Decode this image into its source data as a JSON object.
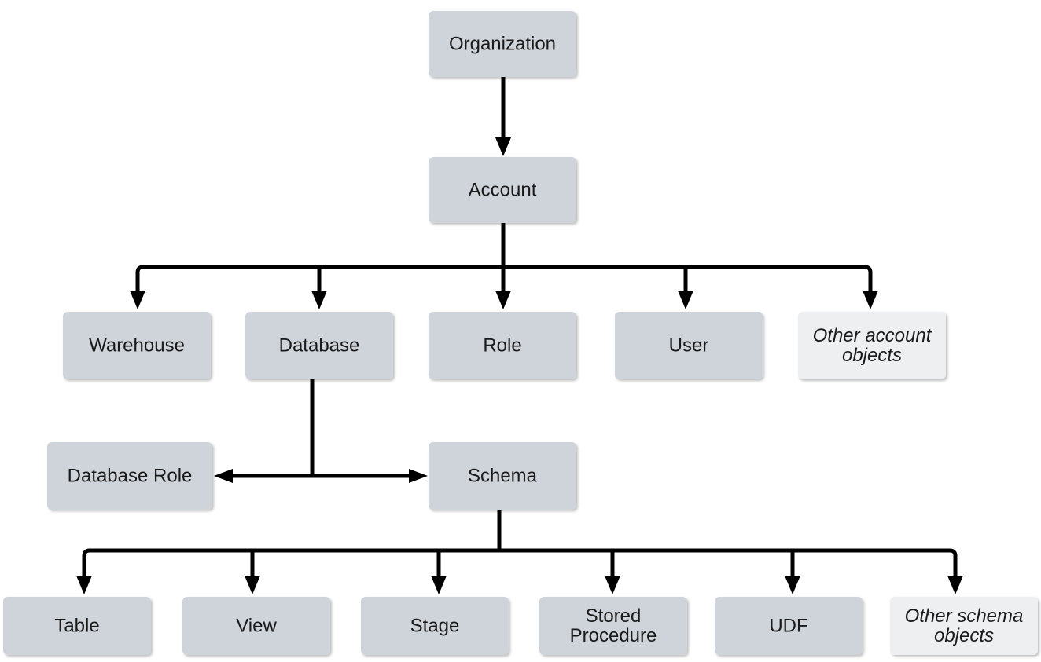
{
  "colors": {
    "box_fill": "#cfd3da",
    "box_fill_other": "#eeeff1",
    "connector": "#000000",
    "text": "#1a1a1a"
  },
  "nodes": {
    "organization": [
      "Organization"
    ],
    "account": [
      "Account"
    ],
    "warehouse": [
      "Warehouse"
    ],
    "database": [
      "Database"
    ],
    "role": [
      "Role"
    ],
    "user": [
      "User"
    ],
    "other_account_objects": [
      "Other account",
      "objects"
    ],
    "database_role": [
      "Database Role"
    ],
    "schema": [
      "Schema"
    ],
    "table": [
      "Table"
    ],
    "view": [
      "View"
    ],
    "stage": [
      "Stage"
    ],
    "stored_procedure": [
      "Stored",
      "Procedure"
    ],
    "udf": [
      "UDF"
    ],
    "other_schema_objects": [
      "Other schema",
      "objects"
    ]
  }
}
